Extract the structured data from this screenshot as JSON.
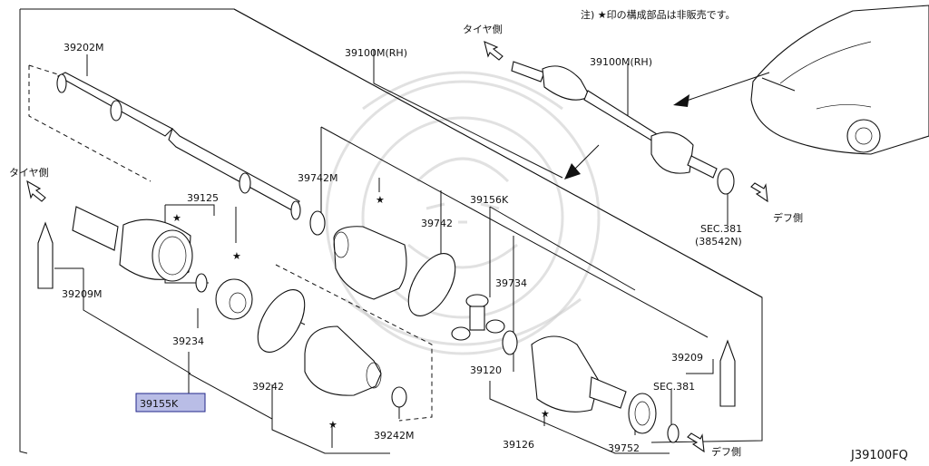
{
  "note": "注) ★印の構成部品は非販売です。",
  "diagram_code": "J39100FQ",
  "direction_labels": {
    "tire_side_top": "タイヤ側",
    "tire_side_left": "タイヤ側",
    "diff_side_top": "デフ側",
    "diff_side_bottom": "デフ側"
  },
  "parts": {
    "p39202M": "39202M",
    "p39100M_RH_main": "39100M(RH)",
    "p39100M_RH_small": "39100M(RH)",
    "p39742M": "39742M",
    "p39125": "39125",
    "p39156K": "39156K",
    "p39742": "39742",
    "p39209M": "39209M",
    "p39734": "39734",
    "p39234": "39234",
    "p39120": "39120",
    "p39209": "39209",
    "p39155K": "39155K",
    "p39242": "39242",
    "p39242M": "39242M",
    "p39126": "39126",
    "p39752": "39752",
    "sec381_top": "SEC.381",
    "sec381_top_sub": "(38542N)",
    "sec381_bottom": "SEC.381"
  },
  "highlight_color": "#b9bde6",
  "star_symbol": "★"
}
